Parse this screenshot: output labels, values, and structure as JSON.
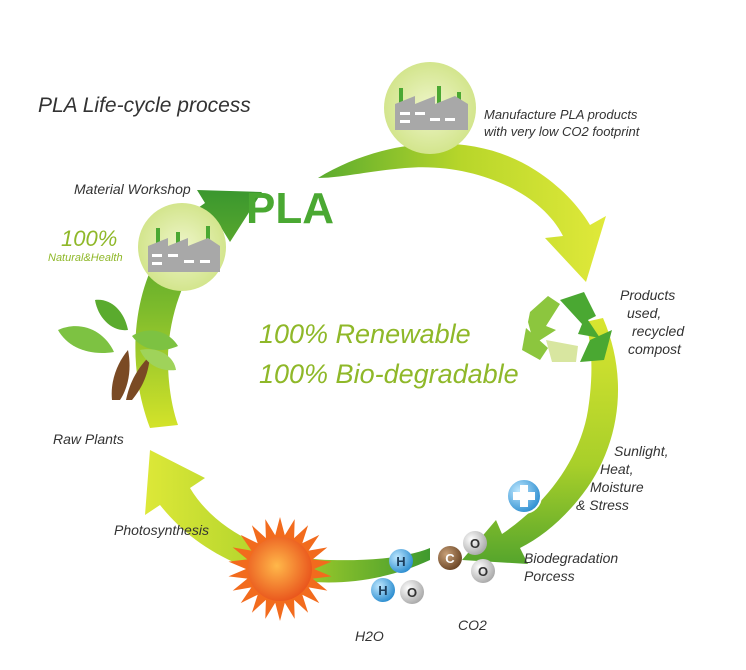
{
  "title": "PLA Life-cycle process",
  "center": {
    "line1": "100% Renewable",
    "line2": "100% Bio-degradable"
  },
  "pla": "PLA",
  "workshop": {
    "label": "Material Workshop",
    "percent": "100%",
    "sub": "Natural&Health"
  },
  "manufacture": {
    "line1": "Manufacture PLA products",
    "line2": "with very low CO2 footprint"
  },
  "products": {
    "line1": "Products",
    "line2": "used,",
    "line3": "recycled",
    "line4": "compost"
  },
  "sunlight": {
    "line1": "Sunlight,",
    "line2": "Heat,",
    "line3": "Moisture",
    "line4": "& Stress"
  },
  "biodegradation": {
    "line1": "Biodegradation",
    "line2": "Porcess"
  },
  "raw_plants": "Raw Plants",
  "photosynthesis": "Photosynthesis",
  "h2o": {
    "label": "H2O",
    "atom_h1": "H",
    "atom_h2": "H",
    "atom_o": "O"
  },
  "co2": {
    "label": "CO2",
    "atom_c": "C",
    "atom_o1": "O",
    "atom_o2": "O"
  },
  "colors": {
    "arrow_light": "#d4e32a",
    "arrow_dark": "#3e9a2e",
    "accent_text": "#8fb829",
    "pla_green": "#4aa832",
    "factory_circle": "#dbe9a0",
    "sun_orange": "#f26b1d"
  },
  "icons": [
    "factory-icon",
    "recycle-icon",
    "plant-icon",
    "sun-icon",
    "plus-icon",
    "molecule-icon"
  ]
}
